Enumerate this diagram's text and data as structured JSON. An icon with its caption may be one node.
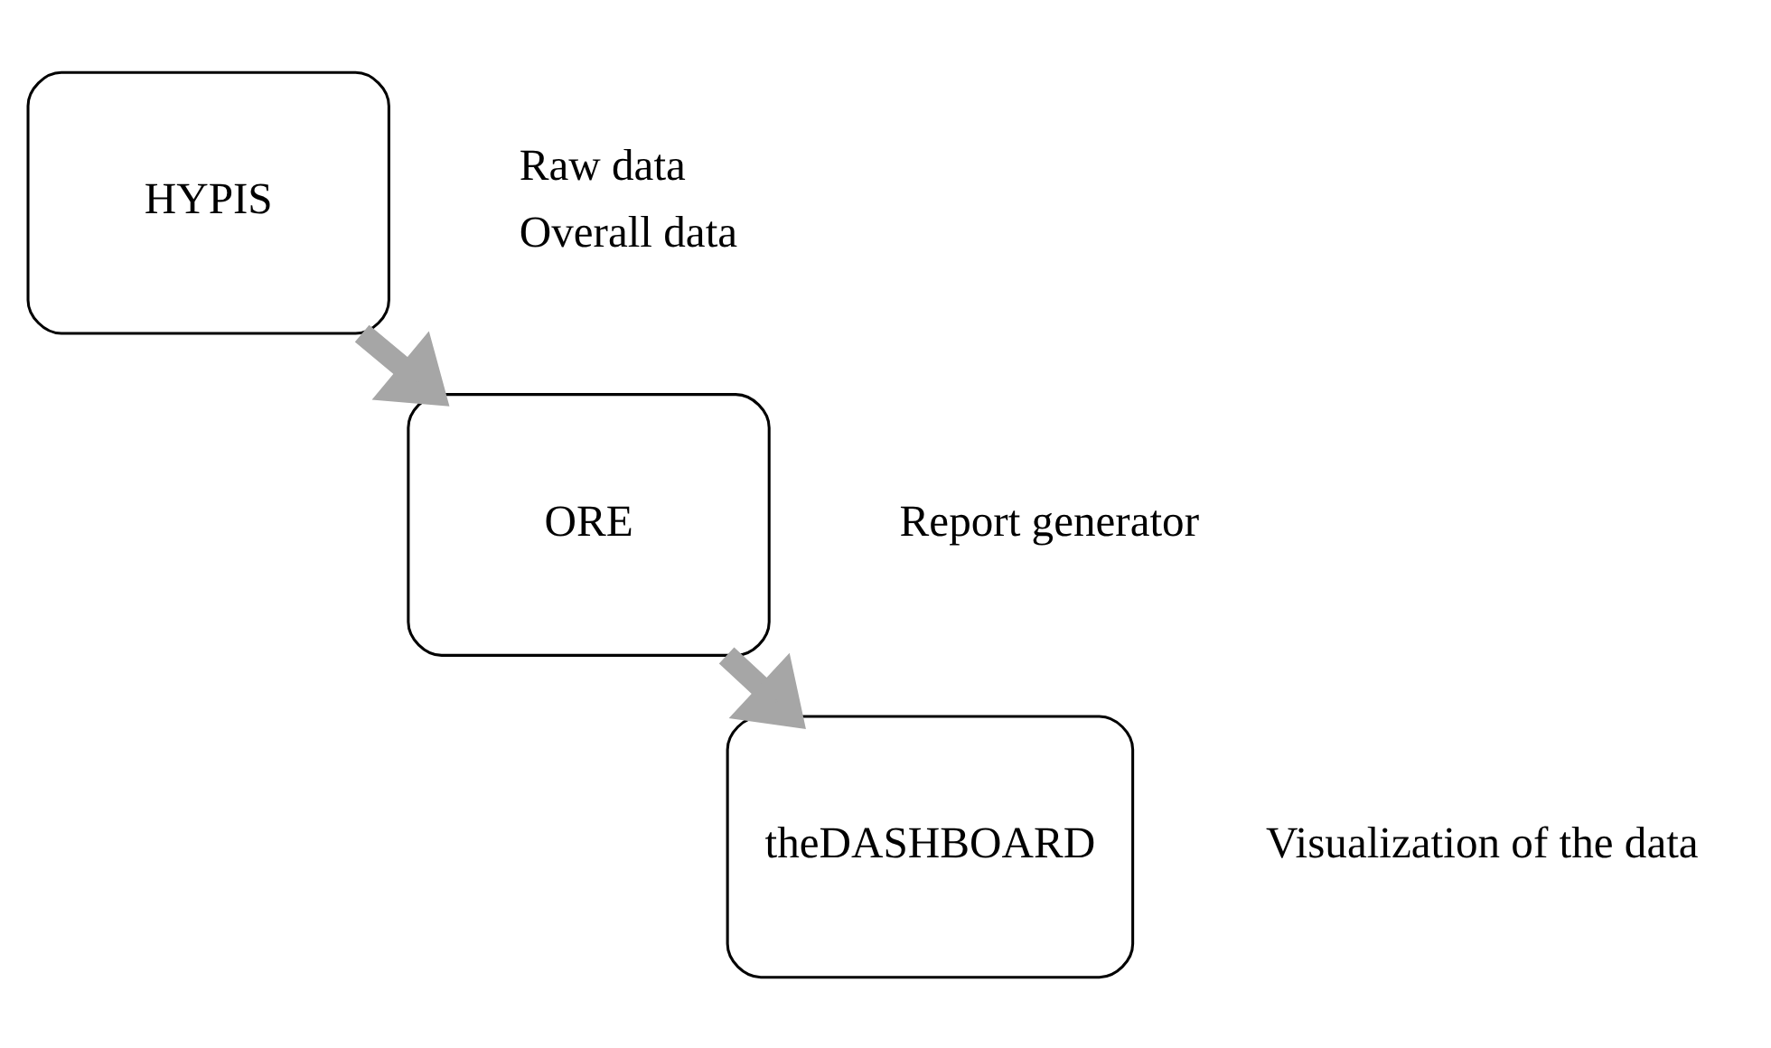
{
  "diagram": {
    "nodes": [
      {
        "text": [
          "HYPIS"
        ],
        "beside": [
          "Raw data",
          "Overall data"
        ]
      },
      {
        "text": [
          "ORE"
        ],
        "beside": [
          "Report generator"
        ]
      },
      {
        "text": [
          "theDASHBOARD"
        ],
        "beside": [
          "Visualization of the data"
        ]
      }
    ],
    "edges": [
      {
        "from": 0,
        "to": 1,
        "arrow": "to"
      },
      {
        "from": 1,
        "to": 2,
        "arrow": "to"
      }
    ]
  }
}
